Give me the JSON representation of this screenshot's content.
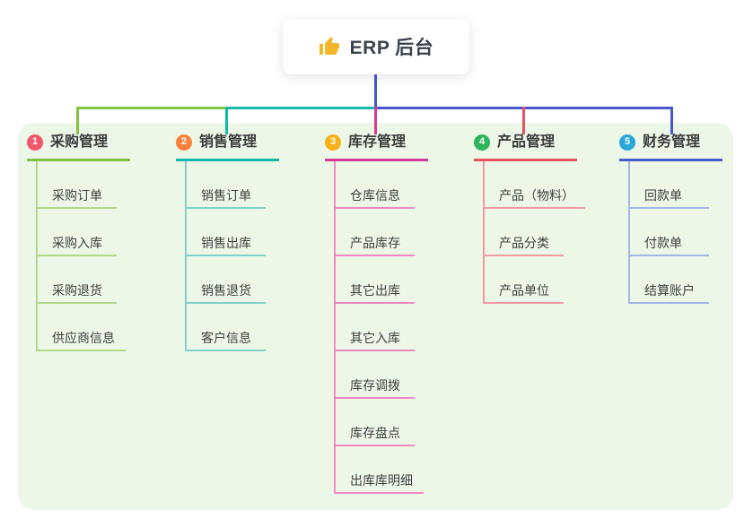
{
  "root": {
    "icon": "thumbs-up",
    "label": "ERP 后台"
  },
  "palette": {
    "trunk_color": "#4a58ce",
    "panel_background": "#ecf7e7",
    "root_icon_color": "#f3b629"
  },
  "branches": [
    {
      "num": "1",
      "label": "采购管理",
      "badge_color": "#f2566b",
      "line_color": "#85bf43",
      "child_line_color": "#b3d88b",
      "children": [
        "采购订单",
        "采购入库",
        "采购退货",
        "供应商信息"
      ]
    },
    {
      "num": "2",
      "label": "销售管理",
      "badge_color": "#f9813e",
      "line_color": "#16b8a8",
      "child_line_color": "#80d2c9",
      "children": [
        "销售订单",
        "销售出库",
        "销售退货",
        "客户信息"
      ]
    },
    {
      "num": "3",
      "label": "库存管理",
      "badge_color": "#f8af18",
      "line_color": "#d63b94",
      "child_line_color": "#f28abf",
      "children": [
        "仓库信息",
        "产品库存",
        "其它出库",
        "其它入库",
        "库存调拨",
        "库存盘点",
        "出库库明细"
      ]
    },
    {
      "num": "4",
      "label": "产品管理",
      "badge_color": "#2db45c",
      "line_color": "#ec4f62",
      "child_line_color": "#f49aa2",
      "children": [
        "产品（物料）",
        "产品分类",
        "产品单位"
      ]
    },
    {
      "num": "5",
      "label": "财务管理",
      "badge_color": "#2ba6dd",
      "line_color": "#4a58ce",
      "child_line_color": "#a3b6e6",
      "children": [
        "回款单",
        "付款单",
        "结算账户"
      ]
    }
  ]
}
